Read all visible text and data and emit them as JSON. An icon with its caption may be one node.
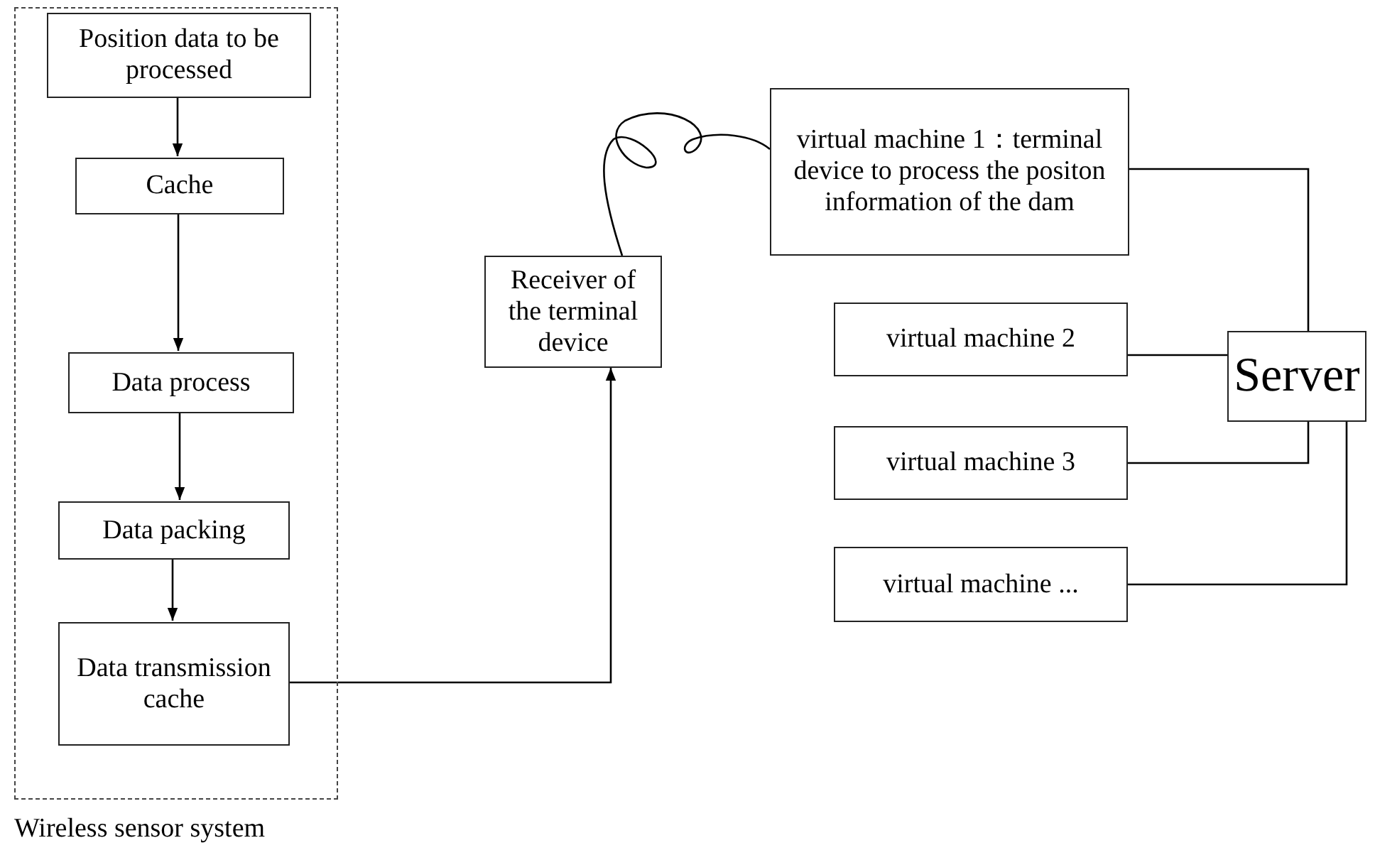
{
  "diagram": {
    "nodes": [
      {
        "text": [
          "Wireless sensor system"
        ]
      },
      {
        "text": [
          "Position data to be processed"
        ],
        "in": 0
      },
      {
        "text": [
          "Cache"
        ],
        "in": 0
      },
      {
        "text": [
          "Data process"
        ],
        "in": 0
      },
      {
        "text": [
          "Data packing"
        ],
        "in": 0
      },
      {
        "text": [
          "Data transmission cache"
        ],
        "in": 0
      },
      {
        "text": [
          "Receiver of the terminal device"
        ]
      },
      {
        "text": [
          "virtual machine 1：terminal device to process the positon information of the dam"
        ]
      },
      {
        "text": [
          "virtual machine 2"
        ]
      },
      {
        "text": [
          "virtual machine 3"
        ]
      },
      {
        "text": [
          "virtual machine ..."
        ]
      },
      {
        "text": [
          "Server"
        ]
      }
    ],
    "edges": [
      {
        "from": 1,
        "to": 2,
        "arrow": "to"
      },
      {
        "from": 2,
        "to": 3,
        "arrow": "to"
      },
      {
        "from": 3,
        "to": 4,
        "arrow": "to"
      },
      {
        "from": 4,
        "to": 5,
        "arrow": "to"
      },
      {
        "from": 5,
        "to": 6,
        "arrow": "to"
      },
      {
        "from": 6,
        "to": 7,
        "arrow": "none"
      },
      {
        "from": 7,
        "to": 11,
        "arrow": "none"
      },
      {
        "from": 8,
        "to": 11,
        "arrow": "none"
      },
      {
        "from": 9,
        "to": 11,
        "arrow": "none"
      },
      {
        "from": 10,
        "to": 11,
        "arrow": "none"
      }
    ]
  }
}
